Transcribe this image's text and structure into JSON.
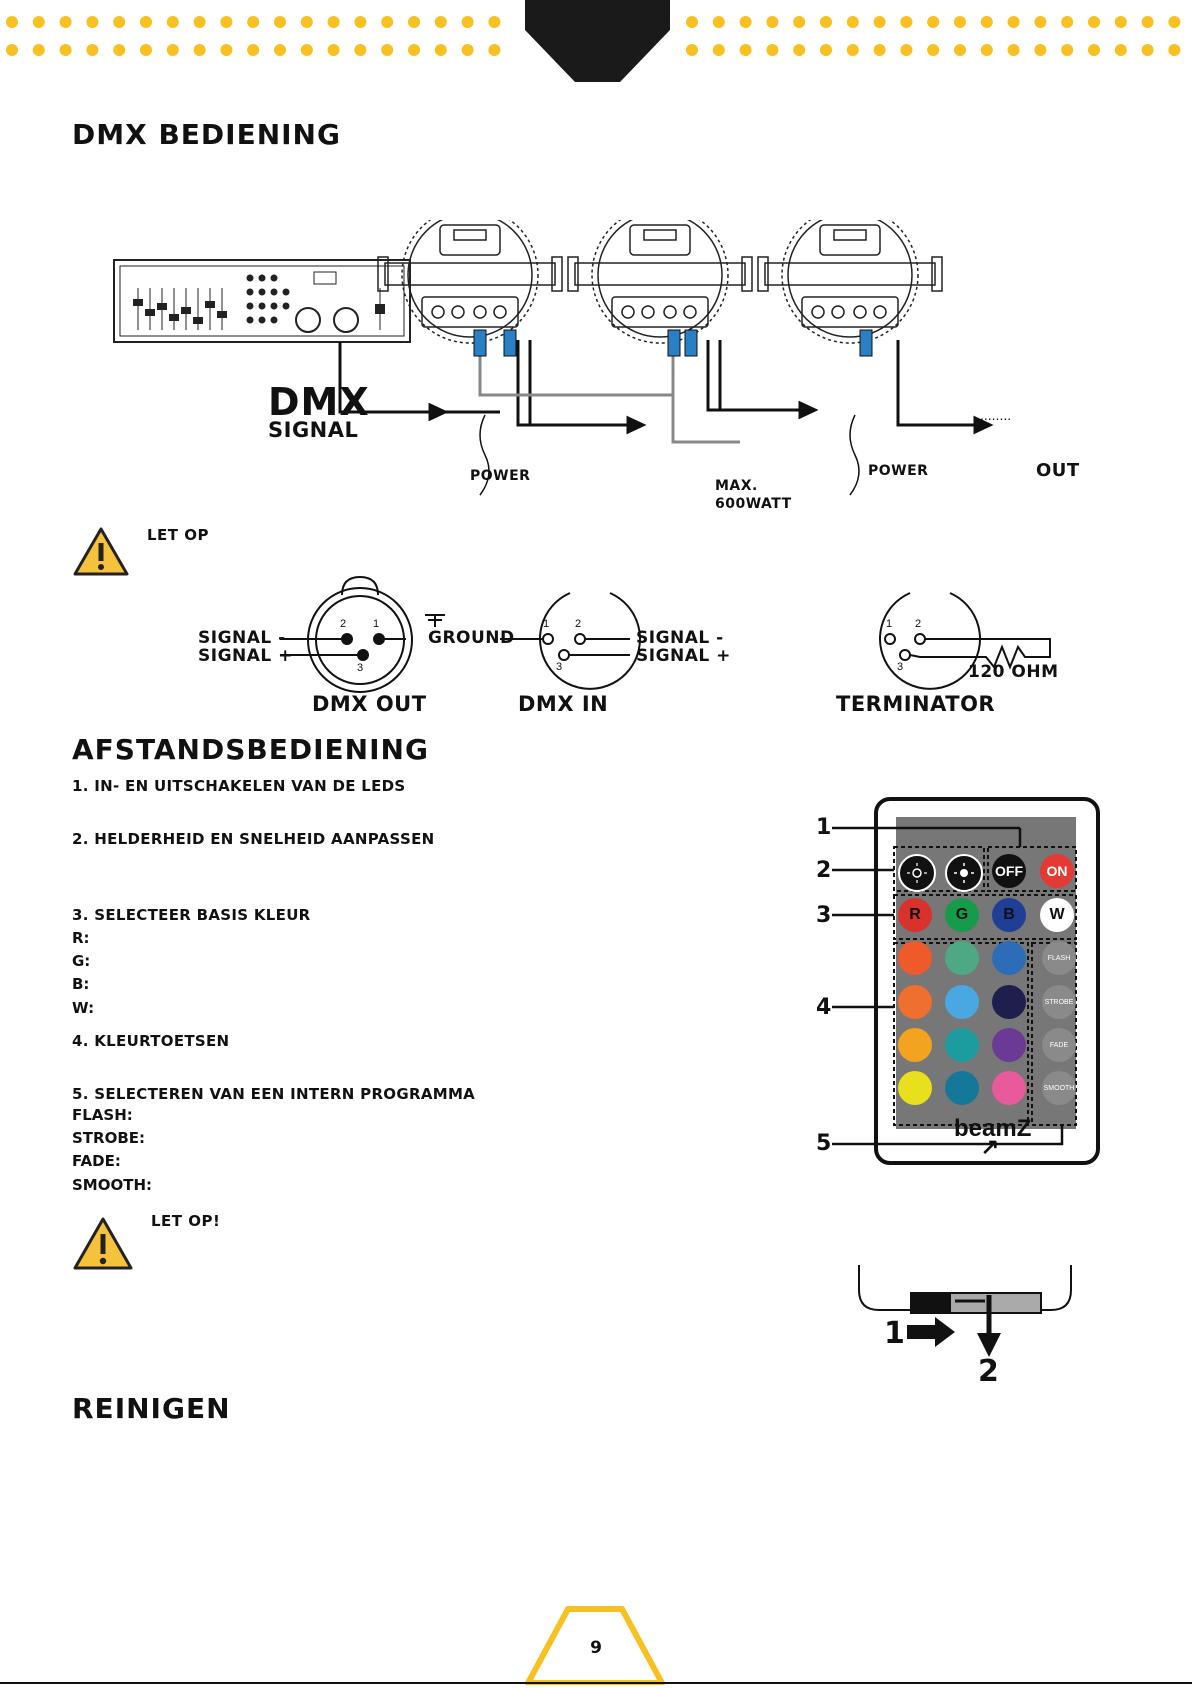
{
  "header": {
    "accent_color": "#f9c021",
    "notch_color": "#1a1a1a"
  },
  "sections": {
    "dmx_title": "DMX BEDIENING",
    "remote_title": "AFSTANDSBEDIENING",
    "clean_title": "REINIGEN"
  },
  "dmx_diagram": {
    "dmx": "DMX",
    "signal": "SIGNAL",
    "power1": "POWER",
    "power2": "POWER",
    "max": "MAX.",
    "watt": "600WATT",
    "out": "OUT"
  },
  "warning1": {
    "label": "LET OP"
  },
  "xlr": {
    "signal_minus_left": "SIGNAL -",
    "signal_plus_left": "SIGNAL +",
    "ground": "GROUND",
    "signal_minus_right": "SIGNAL -",
    "signal_plus_right": "SIGNAL +",
    "dmx_out": "DMX OUT",
    "dmx_in": "DMX IN",
    "terminator": "TERMINATOR",
    "ohm": "120 OHM",
    "pin1": "1",
    "pin2": "2",
    "pin3": "3"
  },
  "remote_list": {
    "item1": "1. IN- EN UITSCHAKELEN VAN DE LEDS",
    "item2": "2. HELDERHEID EN SNELHEID AANPASSEN",
    "item3": "3. SELECTEER BASIS KLEUR",
    "r": "R:",
    "g": "G:",
    "b": "B:",
    "w": "W:",
    "item4": "4. KLEURTOETSEN",
    "item5": "5. SELECTEREN VAN EEN INTERN PROGRAMMA",
    "flash": "FLASH:",
    "strobe": "STROBE:",
    "fade": "FADE:",
    "smooth": "SMOOTH:"
  },
  "warning2": {
    "label": "LET OP!"
  },
  "remote": {
    "callout1": "1",
    "callout2": "2",
    "callout3": "3",
    "callout4": "4",
    "callout5": "5",
    "off": "OFF",
    "on": "ON",
    "r": "R",
    "g": "G",
    "b": "B",
    "w": "W",
    "flash": "FLASH",
    "strobe": "STROBE",
    "fade": "FADE",
    "smooth": "SMOOTH",
    "brand": "beamZ"
  },
  "battery": {
    "step1": "1",
    "step2": "2"
  },
  "footer": {
    "page_number": "9"
  }
}
